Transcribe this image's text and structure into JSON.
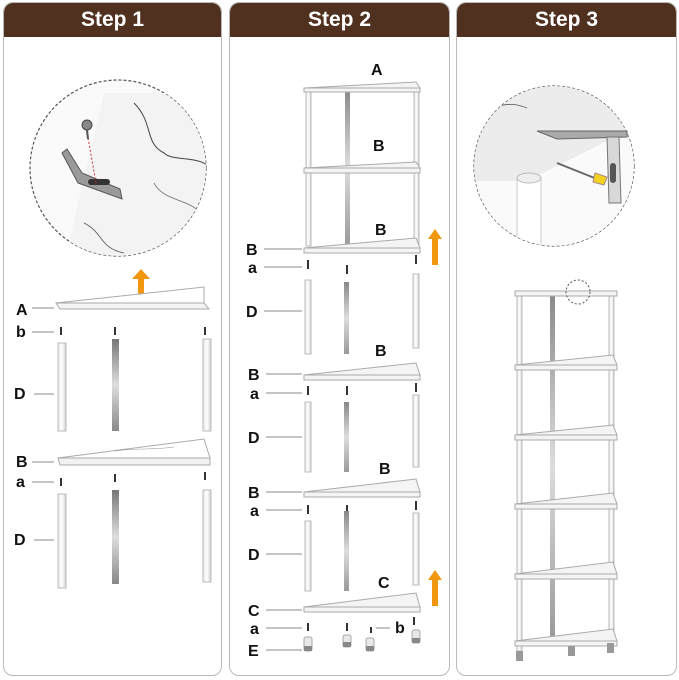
{
  "steps": [
    {
      "title": "Step 1"
    },
    {
      "title": "Step 2"
    },
    {
      "title": "Step 3"
    }
  ],
  "labels": {
    "A": "A",
    "B": "B",
    "C": "C",
    "D": "D",
    "E": "E",
    "a": "a",
    "b": "b"
  },
  "colors": {
    "header": "#50301f",
    "arrow": "#f0960f",
    "border": "#b9b9b9",
    "pole": "#d0d0d0"
  }
}
